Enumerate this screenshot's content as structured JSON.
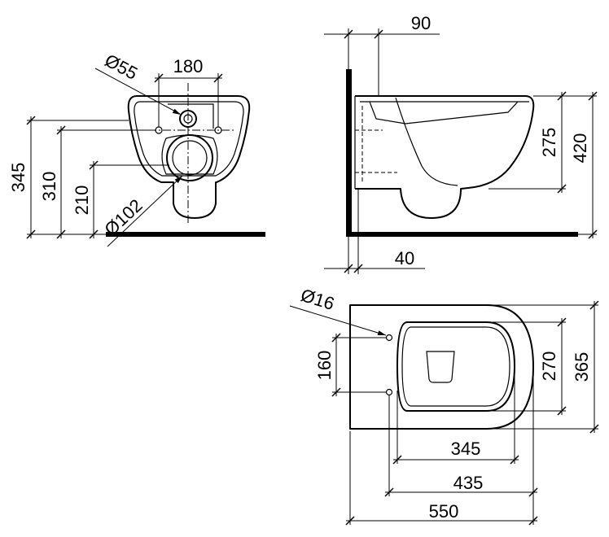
{
  "drawing": {
    "front_view": {
      "inlet_diameter": "Ø55",
      "bolt_spacing": "180",
      "rim_height": "345",
      "bolt_height": "310",
      "outlet_height": "210",
      "outlet_diameter": "Ø102"
    },
    "side_view": {
      "wall_to_inlet": "90",
      "bowl_depth": "275",
      "rim_height": "420",
      "wall_gap": "40"
    },
    "top_view": {
      "bolt_diameter": "Ø16",
      "bolt_spacing": "160",
      "opening_width": "270",
      "overall_width": "365",
      "opening_length": "345",
      "bolt_to_front": "435",
      "overall_length": "550"
    }
  },
  "colors": {
    "line": "#000000",
    "background": "#ffffff"
  }
}
